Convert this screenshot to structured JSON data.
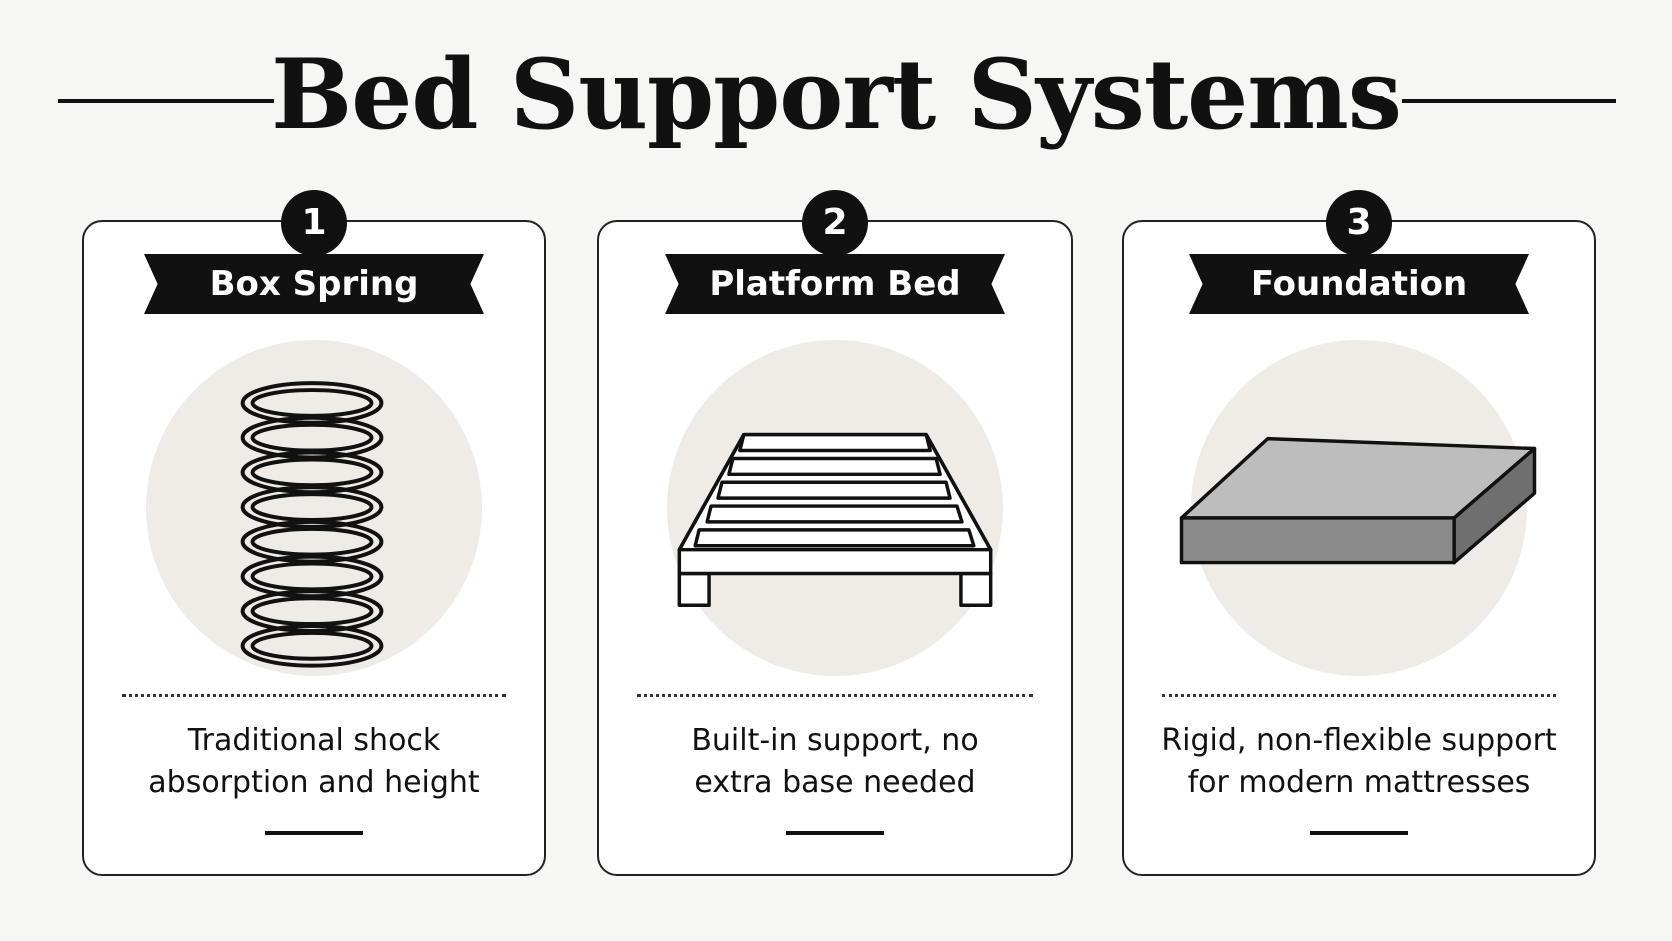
{
  "title": "Bed Support Systems",
  "colors": {
    "ink": "#111111",
    "bubble": "#efece7",
    "block_top": "#bdbdbd",
    "block_front": "#8a8a8a",
    "block_side": "#6f6f6f"
  },
  "cards": [
    {
      "number": "1",
      "name": "Box Spring",
      "icon": "coil-spring-icon",
      "desc": [
        "Traditional shock",
        "absorption and height"
      ]
    },
    {
      "number": "2",
      "name": "Platform Bed",
      "icon": "slatted-platform-icon",
      "desc": [
        "Built-in support, no",
        "extra base needed"
      ]
    },
    {
      "number": "3",
      "name": "Foundation",
      "icon": "solid-foundation-block-icon",
      "desc": [
        "Rigid, non-flexible support",
        "for modern mattresses"
      ]
    }
  ]
}
